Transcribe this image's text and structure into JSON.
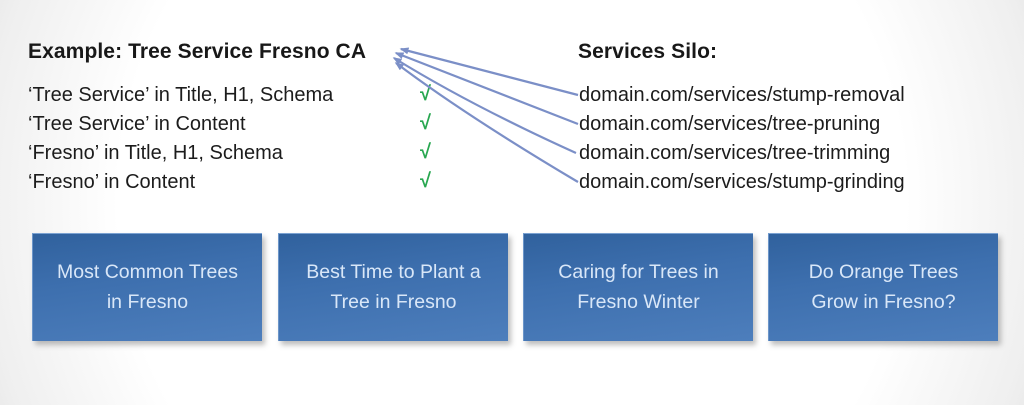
{
  "example_section": {
    "title": "Example: Tree Service Fresno CA",
    "check_glyph": "√",
    "check_color": "#28a750",
    "checklist": [
      {
        "label": "‘Tree Service’ in Title, H1, Schema"
      },
      {
        "label": "‘Tree Service’ in Content"
      },
      {
        "label": "‘Fresno’ in Title, H1, Schema"
      },
      {
        "label": "‘Fresno’ in Content"
      }
    ]
  },
  "services_silo": {
    "title": "Services Silo:",
    "urls": [
      "domain.com/services/stump-removal",
      "domain.com/services/tree-pruning",
      "domain.com/services/tree-trimming",
      "domain.com/services/stump-grinding"
    ]
  },
  "arrows": {
    "color": "#7b8fc7",
    "meaning": "each silo URL points to the Tree Service Fresno CA example page"
  },
  "article_boxes": [
    {
      "label": "Most Common Trees\nin Fresno",
      "background": "#3d6fae",
      "text_color": "#d9e7f8"
    },
    {
      "label": "Best Time to Plant a\nTree in Fresno",
      "background": "#3d6fae",
      "text_color": "#d9e7f8"
    },
    {
      "label": "Caring for Trees in\nFresno Winter",
      "background": "#3d6fae",
      "text_color": "#d9e7f8"
    },
    {
      "label": "Do Orange Trees\nGrow in Fresno?",
      "background": "#3d6fae",
      "text_color": "#d9e7f8"
    }
  ]
}
